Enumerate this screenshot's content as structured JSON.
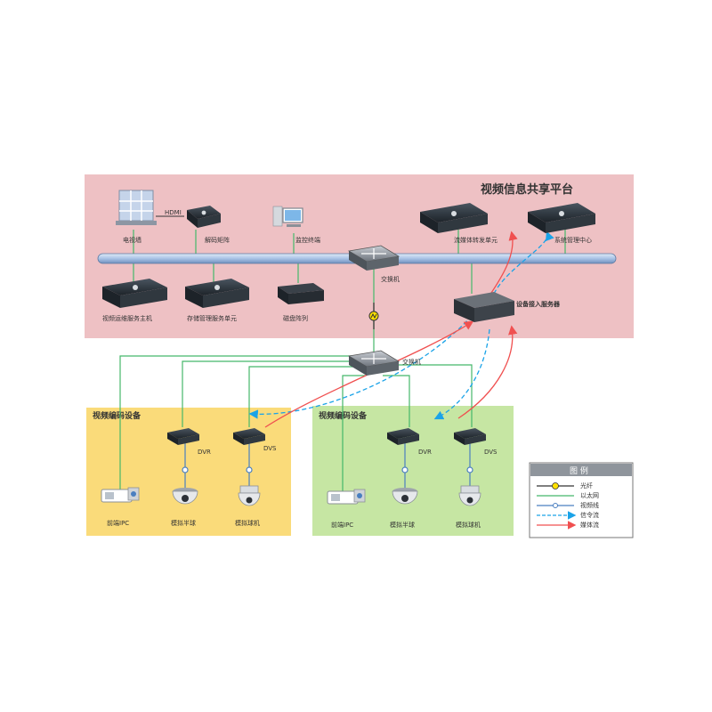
{
  "platform": {
    "title": "视频信息共享平台",
    "devices": {
      "video_wall": "电视墙",
      "decoder_matrix": "解码矩阵",
      "monitor_terminal": "监控终端",
      "media_forward": "流媒体转发单元",
      "system_mgmt": "系统管理中心",
      "ops_host": "视频运维服务主机",
      "storage_mgmt": "存储管理服务单元",
      "disk_array": "磁盘阵列",
      "access_server": "设备接入服务器",
      "switch_main": "交换机",
      "hdmi_tag": "HDMI"
    }
  },
  "core_switch": {
    "label": "交换机"
  },
  "zone_left": {
    "title": "视频编码设备",
    "dvr": "DVR",
    "dvs": "DVS",
    "ipc": "前端IPC",
    "dome_fixed": "模拟半球",
    "dome_ptz": "模拟球机"
  },
  "zone_right": {
    "title": "视频编码设备",
    "dvr": "DVR",
    "dvs": "DVS",
    "ipc": "前端IPC",
    "dome_fixed": "模拟半球",
    "dome_ptz": "模拟球机"
  },
  "legend": {
    "title": "图 例",
    "items": [
      {
        "label": "光纤",
        "color": "#333333"
      },
      {
        "label": "以太网",
        "color": "#45b86a"
      },
      {
        "label": "视频线",
        "color": "#4a7fc0"
      },
      {
        "label": "信令流",
        "color": "#1aa3e8"
      },
      {
        "label": "媒体流",
        "color": "#f05050"
      }
    ]
  },
  "colors": {
    "platform_bg": "#eec1c4",
    "zone_left_bg": "#fadb7a",
    "zone_right_bg": "#c6e6a3",
    "ethernet": "#45b86a",
    "signal": "#1aa3e8",
    "media": "#f05050",
    "video_line": "#4a7fc0",
    "bus": "#a9c3e6"
  }
}
